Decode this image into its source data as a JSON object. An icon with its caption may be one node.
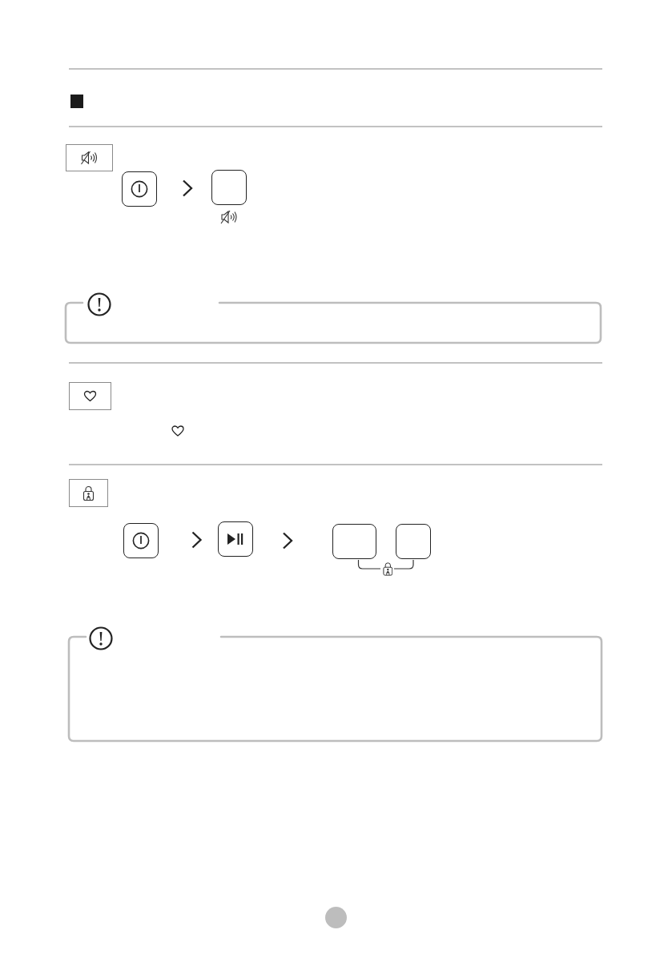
{
  "diagram": {
    "nodes": [
      {
        "text": [],
        "shape": "box"
      },
      {
        "text": [],
        "shape": "box"
      },
      {
        "text": [],
        "shape": "box"
      },
      {
        "text": [],
        "shape": "box"
      },
      {
        "text": [],
        "shape": "box"
      },
      {
        "text": [],
        "shape": "box"
      }
    ],
    "edges": [
      {
        "from": 0,
        "to": 1,
        "arrow": "to"
      },
      {
        "from": 2,
        "to": 3,
        "arrow": "to"
      },
      {
        "from": 3,
        "to": 4,
        "arrow": "to"
      }
    ]
  }
}
